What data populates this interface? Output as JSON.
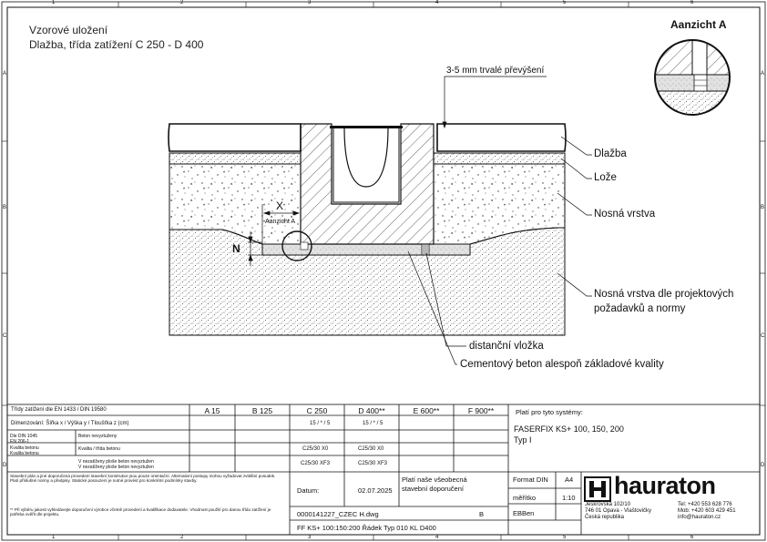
{
  "title": {
    "line1": "Vzorové uložení",
    "line2": "Dlažba, třída zatížení C 250 - D 400"
  },
  "view": {
    "title": "Aanzicht A"
  },
  "grid": {
    "cols": [
      "1",
      "2",
      "3",
      "4",
      "5",
      "6"
    ],
    "rows": [
      "A",
      "B",
      "C",
      "D"
    ]
  },
  "annotations": {
    "overlap": "3-5 mm trvalé převýšení",
    "dim_x": "X",
    "dim_n": "N",
    "detail_ref": "Aanzicht A",
    "paving": "Dlažba",
    "bedding": "Lože",
    "base": "Nosná vrstva",
    "subbase_l1": "Nosná vrstva dle projektových",
    "subbase_l2": "požadavků a normy",
    "spacer": "distanční vložka",
    "concrete": "Cementový beton alespoň základové kvality"
  },
  "table": {
    "load_class_label": "Třídy zatížení dle EN 1433 / DIN 19580",
    "classes": [
      "A 15",
      "B 125",
      "C 250",
      "D 400**",
      "E 600**",
      "F 900**"
    ],
    "row_dims_label": "Dimenzování: Šířka x / Výška y / Tloušťka z (cm)",
    "row_dims_values": [
      "15 / * / 5",
      "15 / * / 5"
    ],
    "row_concrete_label_a": "Dle DIN 1045",
    "row_concrete_label_b": "EN 206-1",
    "row_concrete_label_c": "Kvalita betonu",
    "row_concrete_label_d": "Kvalita betonu",
    "row_concrete_side1": "Beton nevyztuženy",
    "row_concrete_side2": "Kvalita / třída betonu",
    "row_grade_vals": [
      "C25/30 X0",
      "C25/30 X0"
    ],
    "row_grade_vals2": [
      "C25/30 XF3",
      "C25/30 XF3"
    ],
    "row_note_a": "V nezatíženy ploše beton nevyztužen",
    "row_note_b": "V nezatíženy ploše beton nevyztužen",
    "systems_label": "Platí pro tyto systémy:",
    "system_name": "FASERFIX KS+ 100, 150, 200",
    "system_type": "Typ I",
    "notes_block": "Stavební plán a jiné doporučená provedení stavební konstrukce jsou pouze orientační. Alternativní postupy mohou vyžadovat zvláštní posudek. Platí příslušné normy a předpisy. Statické posouzení je nutné provést pro konkrétní podmínky stavby.",
    "notes_footnote": "** Při výběru jakosti vyhledávejte doporučení výrobce včetně provedení a kvalifikace dodavatele. Vhodnost použití pro danou třídu zatížení je potřeba ověřit dle projektu.",
    "doc_note_l1": "Platí naše všeobecná",
    "doc_note_l2": "stavební doporučení",
    "format_label": "Format DIN",
    "format_value": "A4",
    "scale_label": "měřítko",
    "scale_value": "1:10",
    "date_label": "Datum:",
    "date_value": "02.07.2025",
    "file_label": "0000141227_CZEC H.dwg",
    "rev_value": "B",
    "author_value": "EBBen",
    "drawing_title": "FF KS+ 100:150:200  Řádek Typ 010 KL D400",
    "brand": "hauraton",
    "address_l1": "Jeskrovská 102/10",
    "address_l2": "746 01 Opava - Vlaštovičky",
    "address_l3": "Česká republika",
    "phone_l1": "Tel: +420 553 628 776",
    "phone_l2": "Mob: +420 603 429 451",
    "email": "info@hauraton.cz"
  }
}
